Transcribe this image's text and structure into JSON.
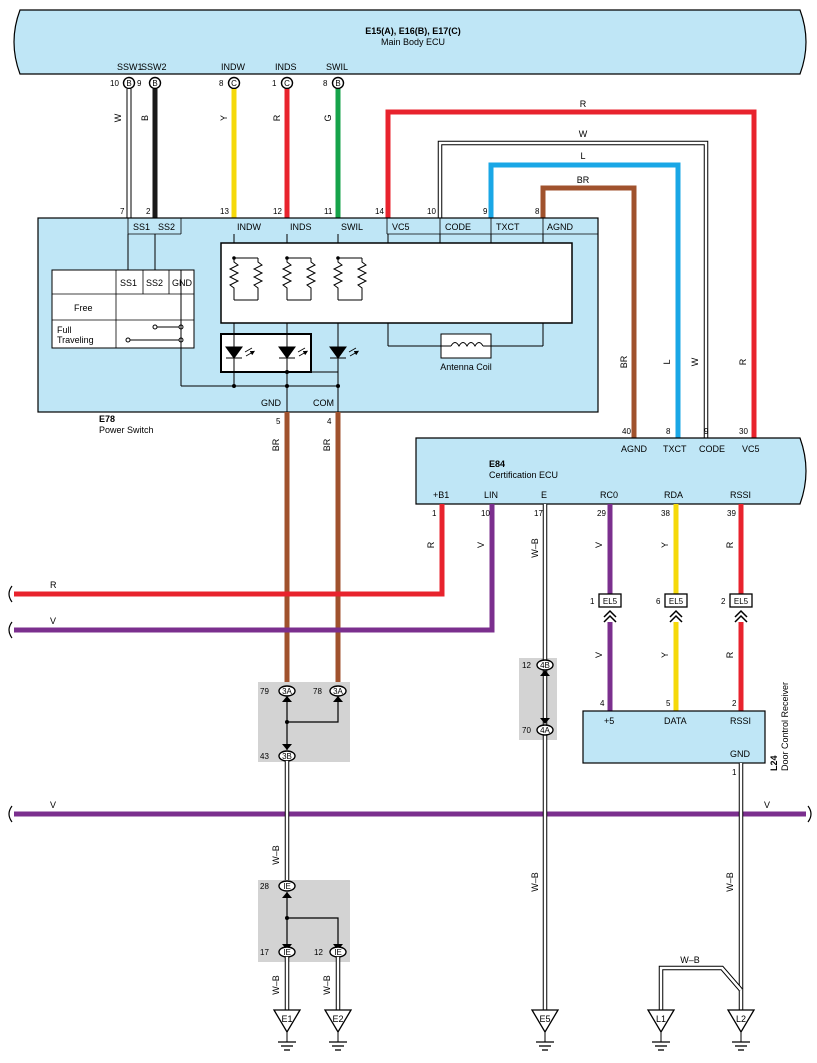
{
  "main_ecu": {
    "code": "E15(A), E16(B), E17(C)",
    "name": "Main Body ECU"
  },
  "main_ecu_pins": [
    {
      "label": "SSW1",
      "pin": "10",
      "conn": "B"
    },
    {
      "label": "SSW2",
      "pin": "9",
      "conn": "B"
    },
    {
      "label": "INDW",
      "pin": "8",
      "conn": "C"
    },
    {
      "label": "INDS",
      "pin": "1",
      "conn": "C"
    },
    {
      "label": "SWIL",
      "pin": "8",
      "conn": "B"
    }
  ],
  "wires_top": [
    "W",
    "B",
    "Y",
    "R",
    "G"
  ],
  "upper_bus": [
    {
      "color": "R",
      "pin_ps": "14",
      "term_ps": "VC5",
      "pin_ce": "30",
      "term_ce": "VC5"
    },
    {
      "color": "W",
      "pin_ps": "10",
      "term_ps": "CODE",
      "pin_ce": "9",
      "term_ce": "CODE"
    },
    {
      "color": "L",
      "pin_ps": "9",
      "term_ps": "TXCT",
      "pin_ce": "8",
      "term_ce": "TXCT"
    },
    {
      "color": "BR",
      "pin_ps": "8",
      "term_ps": "AGND",
      "pin_ce": "40",
      "term_ce": "AGND"
    }
  ],
  "power_switch": {
    "code": "E78",
    "name": "Power Switch",
    "top_pins": [
      "7",
      "2",
      "13",
      "12",
      "11"
    ],
    "top_terms": [
      "SS1",
      "SS2",
      "INDW",
      "INDS",
      "SWIL"
    ],
    "table_headers": [
      "SS1",
      "SS2",
      "GND"
    ],
    "table_rows": [
      "Free",
      "Full",
      "Traveling"
    ],
    "antenna": "Antenna Coil",
    "bottom_terms": [
      "GND",
      "COM"
    ],
    "bottom_pins": [
      "5",
      "4"
    ],
    "bottom_wire": "BR"
  },
  "cert_ecu": {
    "code": "E84",
    "name": "Certification ECU",
    "terms": [
      "+B1",
      "LIN",
      "E",
      "RC0",
      "RDA",
      "RSSI"
    ],
    "pins": [
      "1",
      "10",
      "17",
      "29",
      "38",
      "39"
    ],
    "wires": [
      "R",
      "V",
      "W–B",
      "V",
      "Y",
      "R"
    ]
  },
  "bus_lines": {
    "r": "R",
    "v": "V"
  },
  "el5": {
    "name": "EL5",
    "pins": [
      "1",
      "6",
      "2"
    ]
  },
  "door_receiver": {
    "code": "L24",
    "name": "Door Control Receiver",
    "pins": [
      "4",
      "5",
      "2"
    ],
    "terms": [
      "+5",
      "DATA",
      "RSSI"
    ],
    "gnd_term": "GND",
    "gnd_pin": "1"
  },
  "splices": [
    {
      "pin": "79",
      "name": "3A"
    },
    {
      "pin": "78",
      "name": "3A"
    },
    {
      "pin": "43",
      "name": "3B"
    },
    {
      "pin": "12",
      "name": "4B"
    },
    {
      "pin": "70",
      "name": "4A"
    },
    {
      "pin": "28",
      "name": "IE"
    },
    {
      "pin": "17",
      "name": "IE"
    },
    {
      "pin": "12",
      "name": "IE"
    }
  ],
  "wb_label": "W–B",
  "grounds": [
    "E1",
    "E2",
    "E5",
    "L1",
    "L2"
  ],
  "colors": {
    "R": "#e8232d",
    "V": "#7b2f8e",
    "Y": "#f5d90a",
    "G": "#16a34a",
    "L": "#1aa7e6",
    "BR": "#a0522d",
    "B": "#1a1a1a",
    "W": "#ffffff",
    "box": "#bfe6f6",
    "junction": "#d3d3d3"
  }
}
